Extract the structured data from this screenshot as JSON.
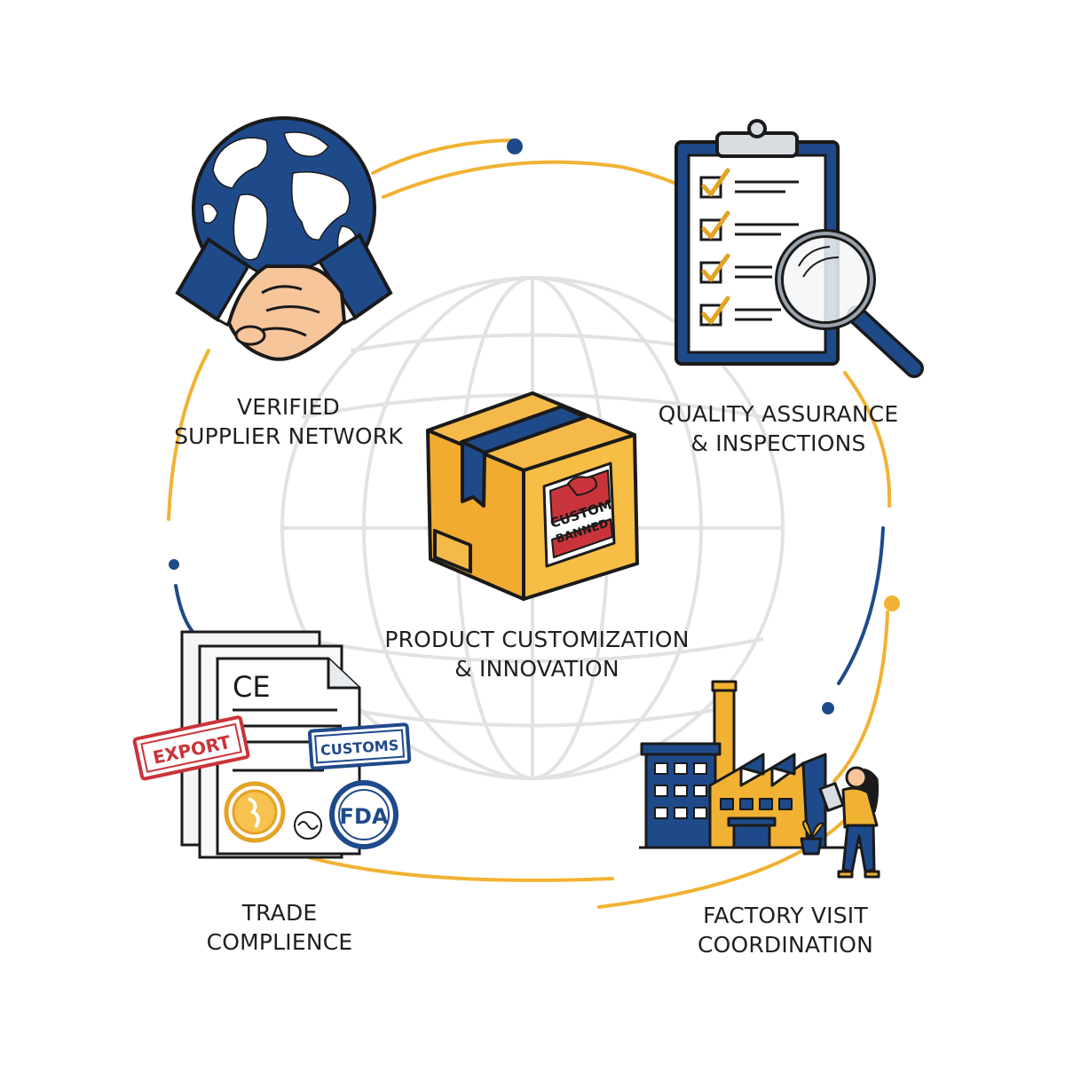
{
  "colors": {
    "navy": "#1f4a8a",
    "gold": "#f1b233",
    "skin": "#f7c59a",
    "red": "#c9343a",
    "grid": "#e4e4e4"
  },
  "nodes": {
    "supplier": {
      "line1": "VERIFIED",
      "line2": "SUPPLIER NETWORK",
      "icon": "globe-handshake-icon"
    },
    "quality": {
      "line1": "QUALITY ASSURANCE",
      "line2": "& INSPECTIONS",
      "icon": "clipboard-magnifier-icon"
    },
    "product": {
      "line1": "PRODUCT CUSTOMIZATION",
      "line2": "& INNOVATION",
      "icon": "cardboard-box-icon"
    },
    "trade": {
      "line1": "TRADE",
      "line2": "COMPLIENCE",
      "icon": "documents-stamps-icon"
    },
    "factory": {
      "line1": "FACTORY VISIT",
      "line2": "COORDINATION",
      "icon": "factory-visitor-icon"
    }
  },
  "box_label": {
    "line1": "CUSTOM",
    "line2": "BANNED"
  },
  "docs": {
    "ce_mark": "CE",
    "export_stamp": "EXPORT",
    "customs_stamp": "CUSTOMS",
    "fda_seal": "FDA"
  }
}
